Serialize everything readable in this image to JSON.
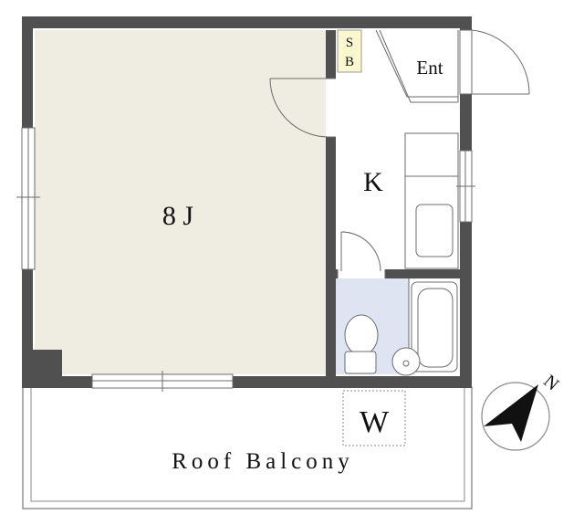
{
  "rooms": {
    "main": "8 J",
    "kitchen": "K",
    "entrance": "Ent",
    "shoe_box": [
      "S",
      "B"
    ],
    "washer": "W",
    "balcony": "Roof Balcony"
  },
  "compass": {
    "north": "N"
  },
  "colors": {
    "wall": "#505050",
    "room_floor": "#efece2",
    "bath_floor": "#dfe4f3",
    "shoe_box": "#fbf7cf",
    "line": "#6b6b6b"
  }
}
